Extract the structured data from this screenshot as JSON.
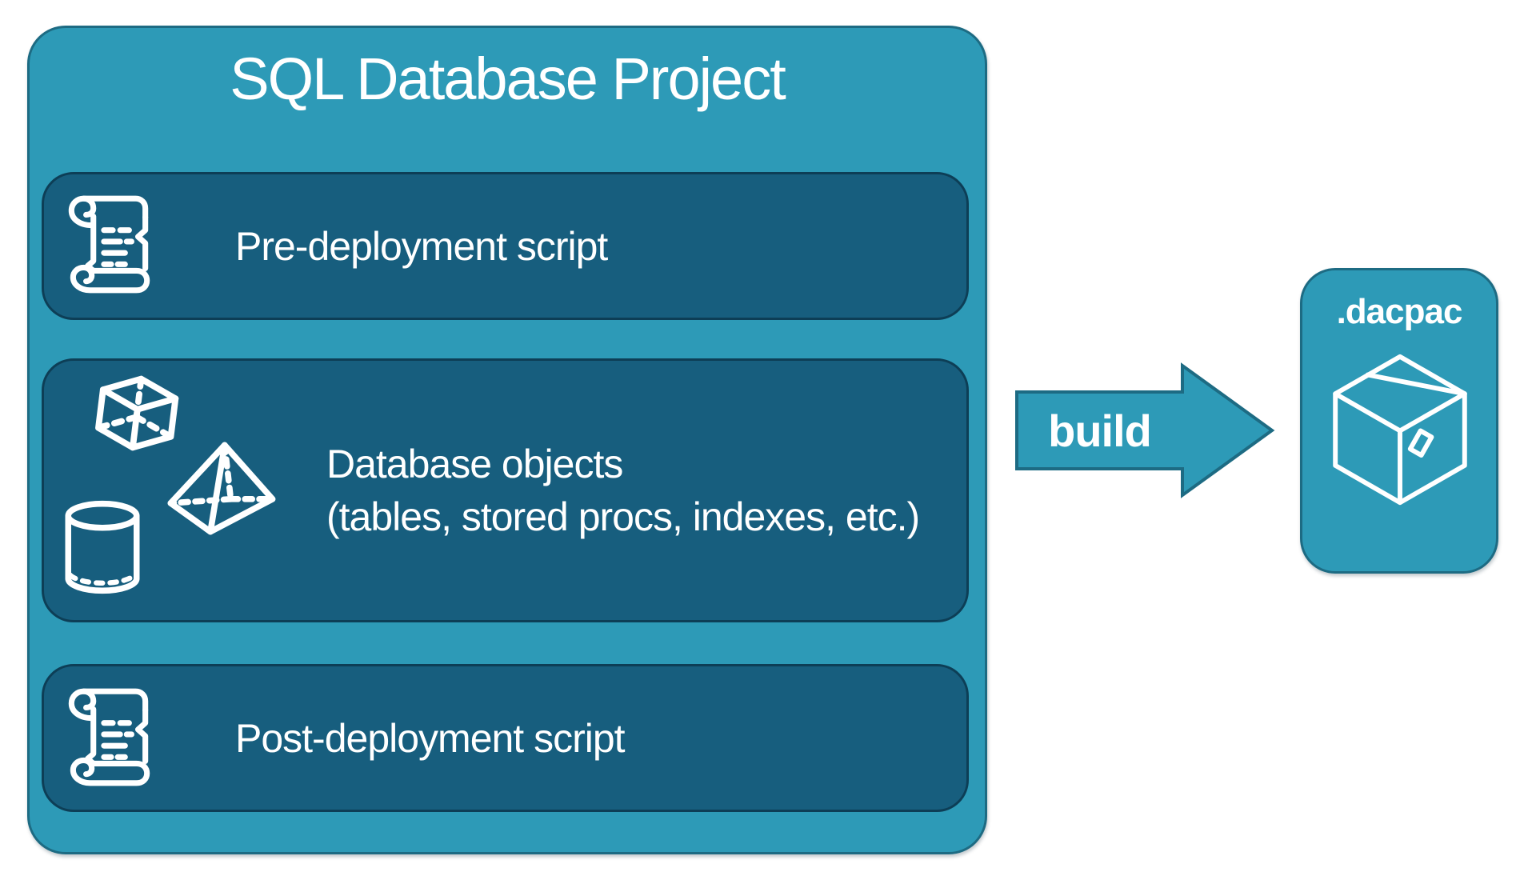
{
  "colors": {
    "teal": "#2d9ab7",
    "teal_border": "#1d6b83",
    "panel_fill": "#175e7e",
    "panel_border": "#0d3e56",
    "text": "#ffffff",
    "background": "#ffffff"
  },
  "project": {
    "title": "SQL Database Project",
    "items": [
      {
        "label": "Pre-deployment script",
        "icon": "scroll-icon"
      },
      {
        "label": "Database objects",
        "sublabel": "(tables, stored procs, indexes, etc.)",
        "icons": [
          "cube-icon",
          "pyramid-icon",
          "cylinder-icon"
        ]
      },
      {
        "label": "Post-deployment script",
        "icon": "scroll-icon"
      }
    ]
  },
  "arrow": {
    "label": "build",
    "direction": "right"
  },
  "output": {
    "label": ".dacpac",
    "icon": "package-icon"
  }
}
